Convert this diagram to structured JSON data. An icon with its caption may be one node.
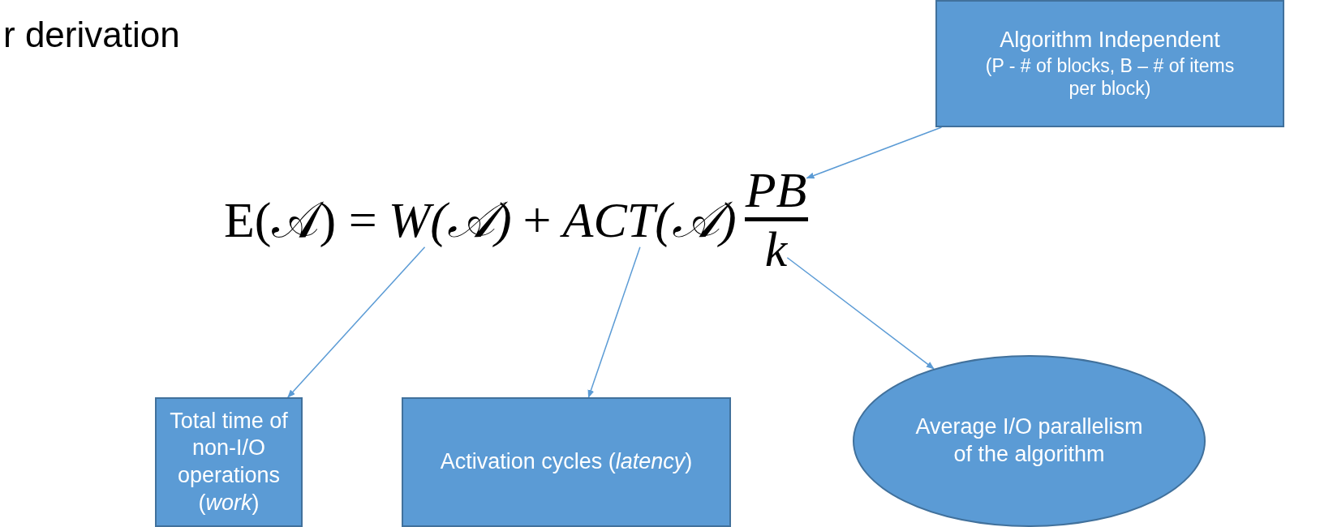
{
  "diagram": {
    "title": "r derivation",
    "nodes": [
      {
        "text": [
          "Algorithm Independent",
          "(P - # of blocks, B – # of items per block)"
        ]
      },
      {
        "text": [
          "W(𝒜)"
        ]
      },
      {
        "text": [
          "ACT(𝒜)"
        ]
      },
      {
        "text": [
          "PB"
        ]
      },
      {
        "text": [
          "k"
        ]
      },
      {
        "text": [
          "Total time of non-I/O operations (*work*)"
        ]
      },
      {
        "text": [
          "Activation cycles (*latency*)"
        ]
      },
      {
        "text": [
          "Average I/O parallelism of the algorithm"
        ]
      }
    ],
    "edges": [
      {
        "from": 0,
        "to": 3,
        "arrow": "to"
      },
      {
        "from": 1,
        "to": 5,
        "arrow": "to"
      },
      {
        "from": 2,
        "to": 6,
        "arrow": "to"
      },
      {
        "from": 4,
        "to": 7,
        "arrow": "to"
      }
    ],
    "labels": [
      "E(𝒜) =",
      "+"
    ]
  }
}
